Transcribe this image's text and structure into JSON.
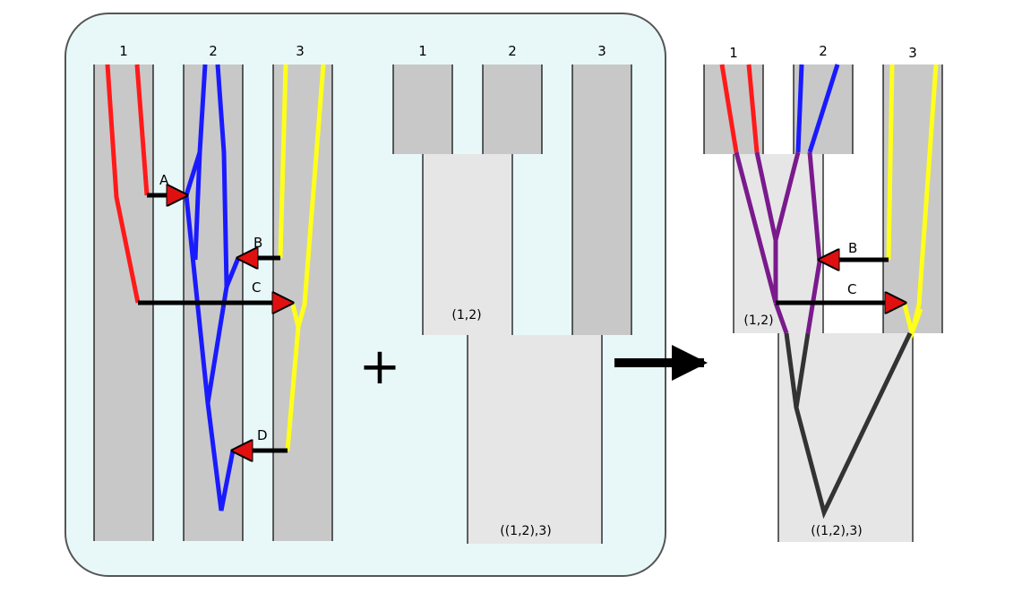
{
  "colors": {
    "panel_bg": "#e8f8f8",
    "panel_border": "#555555",
    "lineage_pop": "#c8c8c8",
    "ancestral_pop": "#e6e6e6",
    "pop1_gene": "#ff1a1a",
    "pop2_gene": "#1a1aff",
    "pop3_gene": "#ffff1a",
    "merged_gene": "#7a1a8c",
    "ancestral_gene": "#333333",
    "arrow": "#000000",
    "arrowhead": "#e01010"
  },
  "gene_tree_panel": {
    "population_labels": [
      "1",
      "2",
      "3"
    ],
    "migration_labels": [
      "A",
      "B",
      "C",
      "D"
    ]
  },
  "plus_symbol": "+",
  "species_tree_panel": {
    "population_labels": [
      "1",
      "2",
      "3"
    ],
    "ancestral_labels": [
      "(1,2)",
      "((1,2),3)"
    ]
  },
  "result_panel": {
    "population_labels": [
      "1",
      "2",
      "3"
    ],
    "migration_labels": [
      "B",
      "C"
    ],
    "ancestral_labels": [
      "(1,2)",
      "((1,2),3)"
    ]
  }
}
